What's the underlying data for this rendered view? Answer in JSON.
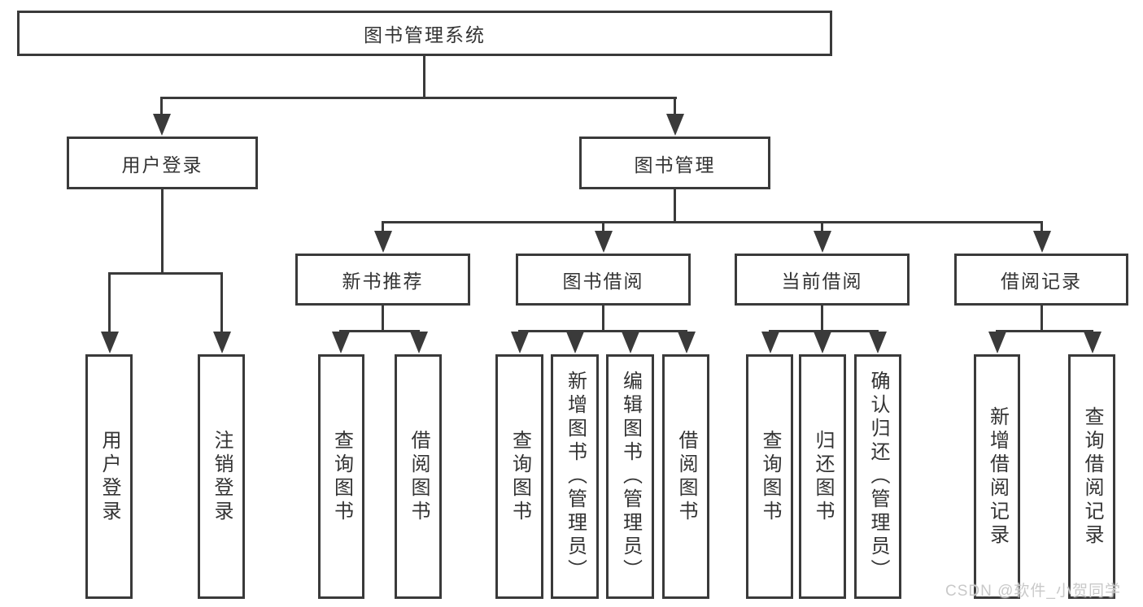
{
  "diagram": {
    "root": "图书管理系统",
    "login": {
      "label": "用户登录",
      "children": [
        "用户登录",
        "注销登录"
      ]
    },
    "mgmt": {
      "label": "图书管理",
      "sections": [
        {
          "label": "新书推荐",
          "children": [
            "查询图书",
            "借阅图书"
          ]
        },
        {
          "label": "图书借阅",
          "children": [
            "查询图书",
            "新增图书（管理员）",
            "编辑图书（管理员）",
            "借阅图书"
          ]
        },
        {
          "label": "当前借阅",
          "children": [
            "查询图书",
            "归还图书",
            "确认归还（管理员）"
          ]
        },
        {
          "label": "借阅记录",
          "children": [
            "新增借阅记录",
            "查询借阅记录"
          ]
        }
      ]
    }
  },
  "watermark": {
    "text": "CSDN @软件_小贺同学"
  },
  "colors": {
    "line": "#3a3a3a",
    "text": "#333333",
    "background": "#ffffff",
    "watermark": "#c9c9c9"
  }
}
